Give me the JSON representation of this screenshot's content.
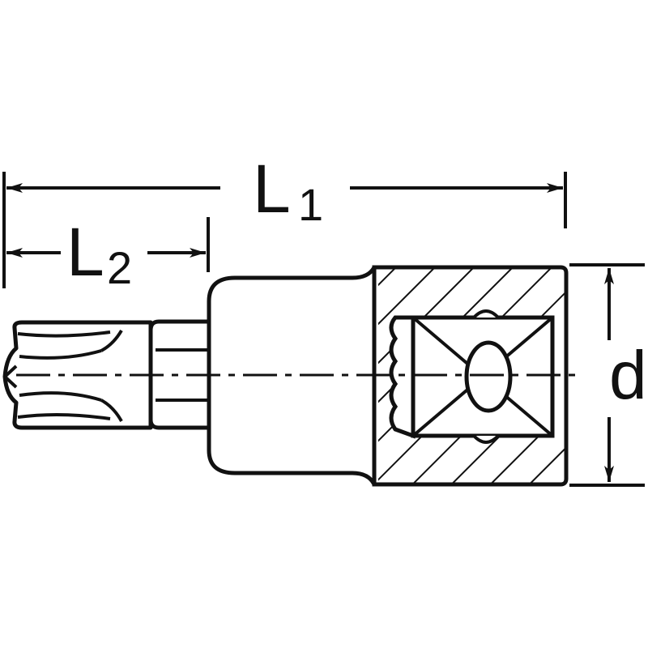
{
  "labels": {
    "l1_main": "L",
    "l1_sub": "1",
    "l2_main": "L",
    "l2_sub": "2",
    "d": "d"
  },
  "colors": {
    "ink": "#111111",
    "background": "#ffffff"
  }
}
